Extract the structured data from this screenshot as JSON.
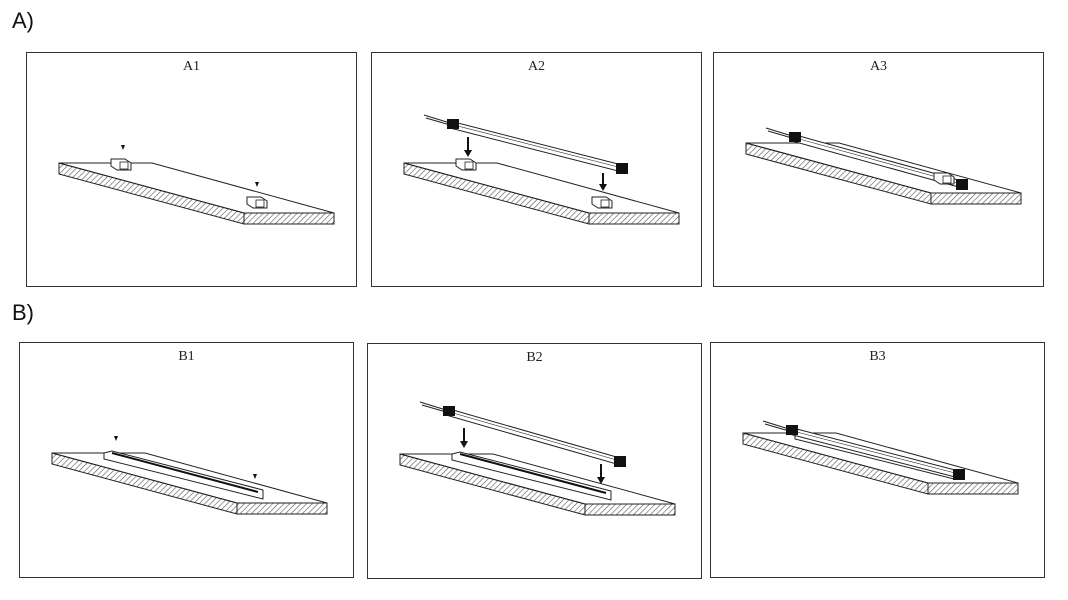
{
  "sections": [
    {
      "label": "A)",
      "panels": [
        {
          "title": "A1",
          "step": "clips"
        },
        {
          "title": "A2",
          "step": "insert"
        },
        {
          "title": "A3",
          "step": "mounted"
        }
      ]
    },
    {
      "label": "B)",
      "panels": [
        {
          "title": "B1",
          "step": "channel"
        },
        {
          "title": "B2",
          "step": "insert"
        },
        {
          "title": "B3",
          "step": "mounted"
        }
      ]
    }
  ],
  "colors": {
    "line": "#222222",
    "hatch": "#555555",
    "fill": "#111111"
  }
}
